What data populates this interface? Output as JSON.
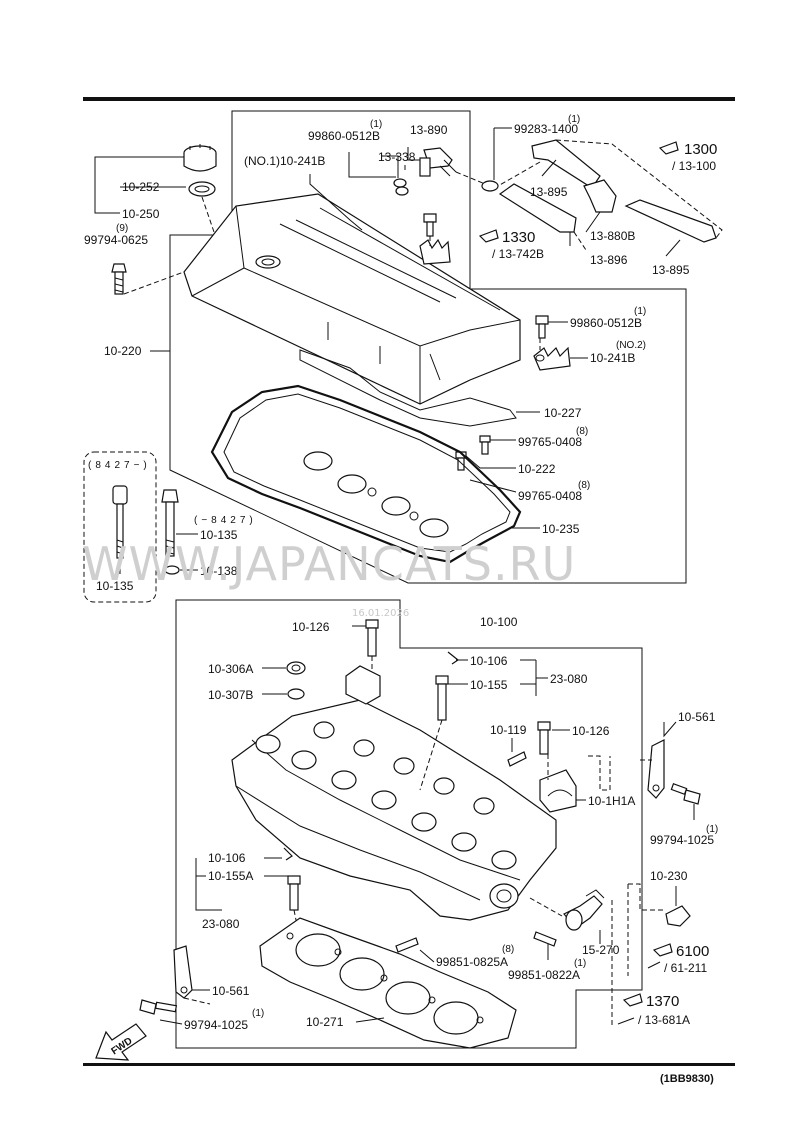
{
  "header_rule_color": "#111111",
  "labels": {
    "p_99860_0512b_top_qty": "(1)",
    "p_99860_0512b_top": "99860-0512B",
    "p_13_890": "13-890",
    "p_13_338": "13-338",
    "p_no1_10_241b": "(NO.1)10-241B",
    "p_99283_1400_qty": "(1)",
    "p_99283_1400": "99283-1400",
    "p_13_895_a": "13-895",
    "p_13_880b": "13-880B",
    "p_13_896": "13-896",
    "p_13_895_b": "13-895",
    "p_10_252": "10-252",
    "p_10_250": "10-250",
    "p_99794_0625_qty": "(9)",
    "p_99794_0625": "99794-0625",
    "p_10_220": "10-220",
    "p_99860_0512b_mid_qty": "(1)",
    "p_99860_0512b_mid": "99860-0512B",
    "p_no2": "(NO.2)",
    "p_10_241b_no2": "10-241B",
    "p_10_227": "10-227",
    "p_99765_0408_a_qty": "(8)",
    "p_99765_0408_a": "99765-0408",
    "p_10_222": "10-222",
    "p_99765_0408_b_qty": "(8)",
    "p_99765_0408_b": "99765-0408",
    "p_10_235": "10-235",
    "p_8427_box": "(8427−)",
    "p_10_135_box": "10-135",
    "p_8427_prev": "(−8427)",
    "p_10_135": "10-135",
    "p_10_138": "10-138",
    "p_10_126_a": "10-126",
    "p_10_100": "10-100",
    "p_10_106_a": "10-106",
    "p_10_155": "10-155",
    "p_23_080_a": "23-080",
    "p_10_306a": "10-306A",
    "p_10_307b": "10-307B",
    "p_10_119": "10-119",
    "p_10_126_b": "10-126",
    "p_10_561_a": "10-561",
    "p_10_1h1a": "10-1H1A",
    "p_99794_1025_a": "99794-1025",
    "p_99794_1025_a_qty": "(1)",
    "p_10_106_b": "10-106",
    "p_10_155a": "10-155A",
    "p_10_230": "10-230",
    "p_23_080_b": "23-080",
    "p_15_270": "15-270",
    "p_99851_0825a_qty": "(8)",
    "p_99851_0825a": "99851-0825A",
    "p_99851_0822a_qty": "(1)",
    "p_99851_0822a": "99851-0822A",
    "p_10_561_b": "10-561",
    "p_99794_1025_b_qty": "(1)",
    "p_99794_1025_b": "99794-1025",
    "p_10_271": "10-271"
  },
  "refs": {
    "ref_1300": "1300",
    "ref_1300_sub": "/ 13-100",
    "ref_1330": "1330",
    "ref_1330_sub": "/ 13-742B",
    "ref_6100": "6100",
    "ref_6100_sub": "/ 61-211",
    "ref_1370": "1370",
    "ref_1370_sub": "/ 13-681A"
  },
  "fwd_label": "FWD",
  "watermark": "WWW.JAPANCATS.RU",
  "watermark_date": "16.01.2026",
  "diagram_code": "(1BB9830)"
}
